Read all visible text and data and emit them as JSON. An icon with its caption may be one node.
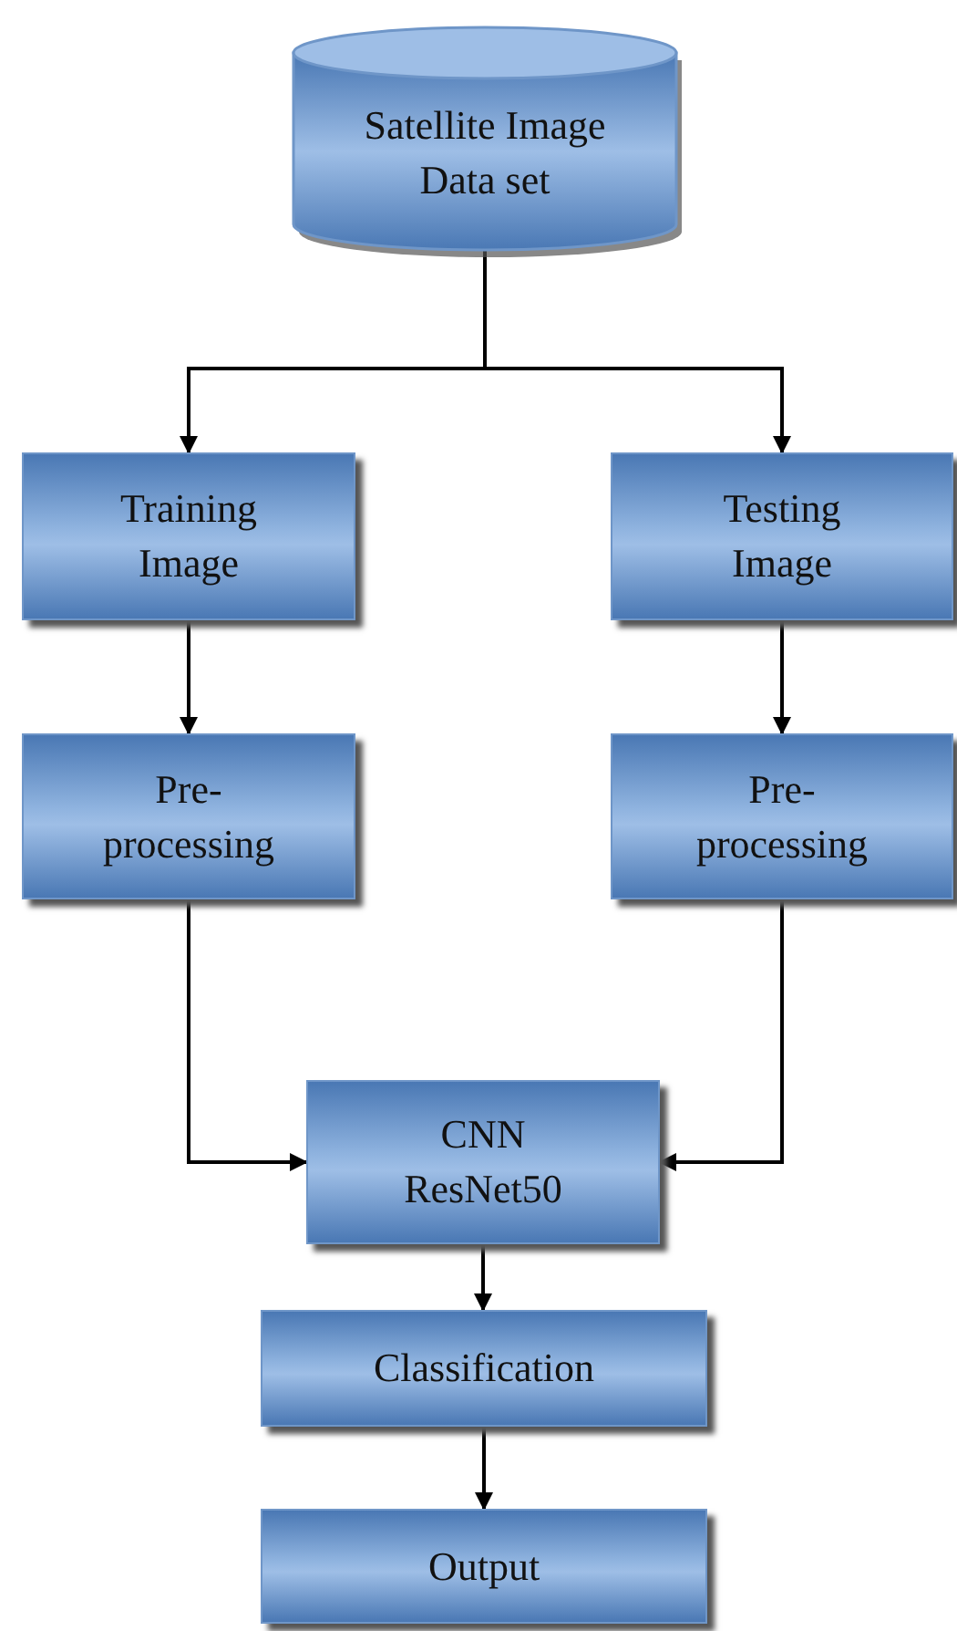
{
  "diagram": {
    "nodes": [
      {
        "text": [
          "Satellite Image Data set"
        ]
      },
      {
        "text": [
          "Training Image"
        ]
      },
      {
        "text": [
          "Testing Image"
        ]
      },
      {
        "text": [
          "Pre-processing"
        ]
      },
      {
        "text": [
          "Pre-processing"
        ]
      },
      {
        "text": [
          "CNN ResNet50"
        ]
      },
      {
        "text": [
          "Classification"
        ]
      },
      {
        "text": [
          "Output"
        ]
      }
    ],
    "edges": [
      {
        "from": 0,
        "to": 1,
        "arrow": "to"
      },
      {
        "from": 0,
        "to": 2,
        "arrow": "to"
      },
      {
        "from": 1,
        "to": 3,
        "arrow": "to"
      },
      {
        "from": 2,
        "to": 4,
        "arrow": "to"
      },
      {
        "from": 3,
        "to": 5,
        "arrow": "to"
      },
      {
        "from": 4,
        "to": 5,
        "arrow": "to"
      },
      {
        "from": 5,
        "to": 6,
        "arrow": "to"
      },
      {
        "from": 6,
        "to": 7,
        "arrow": "to"
      }
    ]
  }
}
